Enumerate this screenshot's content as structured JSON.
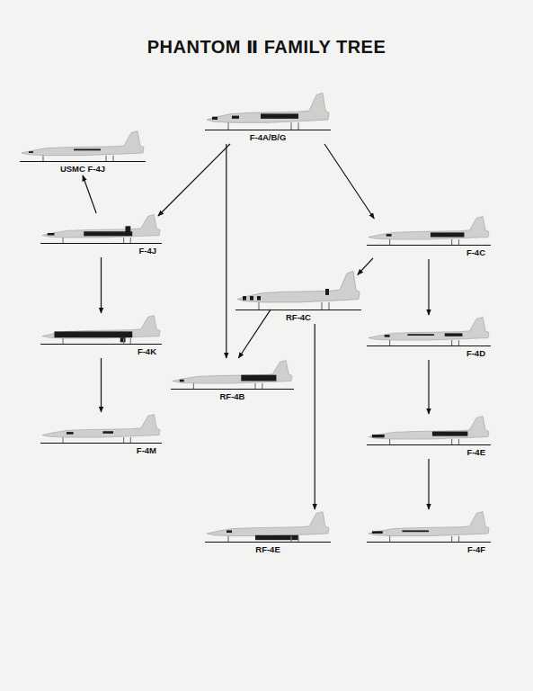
{
  "diagram": {
    "title": "PHANTOM Ⅱ FAMILY TREE",
    "nodes": [
      {
        "text": [
          "F-4A/B/G"
        ]
      },
      {
        "text": [
          "USMC F-4J"
        ]
      },
      {
        "text": [
          "F-4J"
        ]
      },
      {
        "text": [
          "F-4C"
        ]
      },
      {
        "text": [
          "RF-4C"
        ]
      },
      {
        "text": [
          "F-4K"
        ]
      },
      {
        "text": [
          "F-4D"
        ]
      },
      {
        "text": [
          "RF-4B"
        ]
      },
      {
        "text": [
          "F-4M"
        ]
      },
      {
        "text": [
          "F-4E"
        ]
      },
      {
        "text": [
          "RF-4E"
        ]
      },
      {
        "text": [
          "F-4F"
        ]
      }
    ],
    "edges": [
      {
        "from": 0,
        "to": 2,
        "arrow": "to"
      },
      {
        "from": 0,
        "to": 7,
        "arrow": "to"
      },
      {
        "from": 0,
        "to": 3,
        "arrow": "to"
      },
      {
        "from": 2,
        "to": 1,
        "arrow": "to"
      },
      {
        "from": 3,
        "to": 4,
        "arrow": "to"
      },
      {
        "from": 4,
        "to": 7,
        "arrow": "to"
      },
      {
        "from": 4,
        "to": 10,
        "arrow": "to"
      },
      {
        "from": 3,
        "to": 6,
        "arrow": "to"
      },
      {
        "from": 6,
        "to": 9,
        "arrow": "to"
      },
      {
        "from": 9,
        "to": 11,
        "arrow": "to"
      },
      {
        "from": 2,
        "to": 5,
        "arrow": "to"
      },
      {
        "from": 5,
        "to": 8,
        "arrow": "to"
      }
    ]
  }
}
